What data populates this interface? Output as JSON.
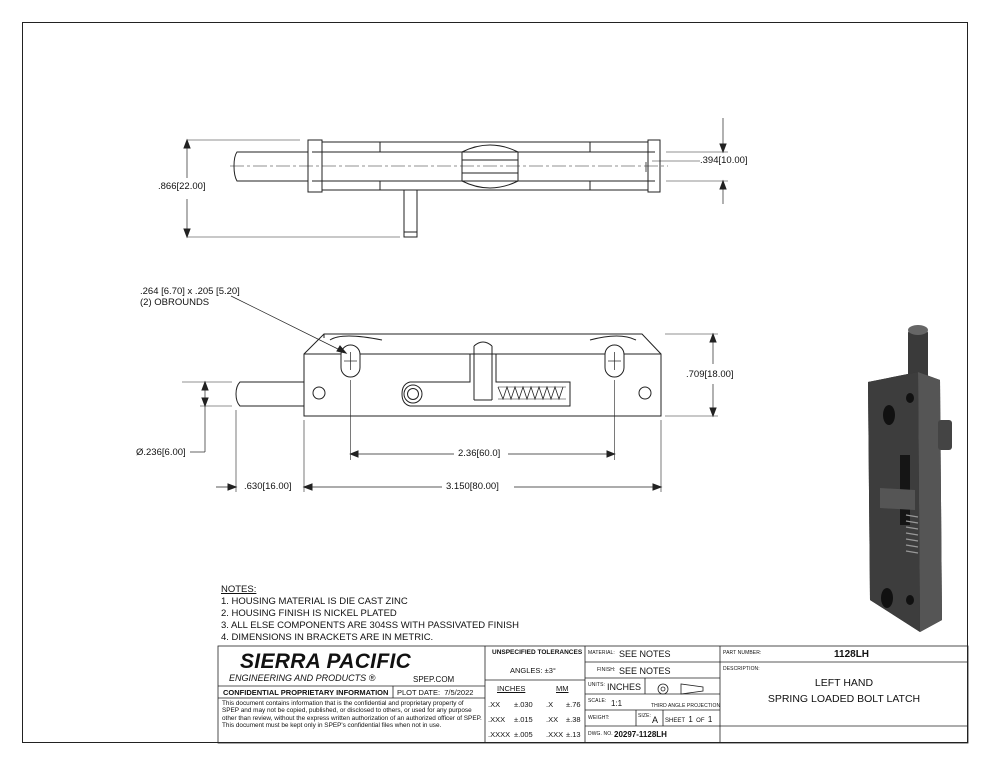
{
  "views": {
    "top": {
      "dim_height": ".866",
      "dim_height_mm": "22.00",
      "dim_thickness": ".394",
      "dim_thickness_mm": "10.00"
    },
    "front": {
      "obround_callout_line1": ".264 [6.70] x .205 [5.20]",
      "obround_callout_line2": "(2) OBROUNDS",
      "dim_height": ".709",
      "dim_height_mm": "18.00",
      "dim_hole_spacing": "2.36",
      "dim_hole_spacing_mm": "60.0",
      "dim_bolt_dia": "Ø.236",
      "dim_bolt_dia_mm": "6.00",
      "dim_bolt_ext": ".630",
      "dim_bolt_ext_mm": "16.00",
      "dim_length": "3.150",
      "dim_length_mm": "80.00"
    }
  },
  "notes": {
    "heading": "NOTES:",
    "items": [
      "1. HOUSING MATERIAL IS DIE CAST ZINC",
      "2. HOUSING FINISH IS NICKEL PLATED",
      "3. ALL ELSE COMPONENTS ARE 304SS WITH PASSIVATED FINISH",
      "4. DIMENSIONS IN BRACKETS ARE IN METRIC."
    ]
  },
  "title_block": {
    "company": "SIERRA PACIFIC",
    "company_sub": "ENGINEERING AND PRODUCTS",
    "website": "SPEP.COM",
    "confidential_heading": "CONFIDENTIAL PROPRIETARY INFORMATION",
    "plot_date_label": "PLOT DATE:",
    "plot_date": "7/5/2022",
    "confidential_text": "This document contains information that is the confidential and proprietary property of SPEP and may not be copied, published, or disclosed to others, or used for any purpose other than review, without the express written authorization of an authorized officer of SPEP. This document must be kept only in SPEP's confidential files when not in use.",
    "tolerances_heading": "UNSPECIFIED TOLERANCES",
    "angles": "ANGLES: ±3°",
    "inches_label": "INCHES",
    "mm_label": "MM",
    "tol_rows": [
      {
        "in_fmt": ".XX",
        "in_tol": "±.030",
        "mm_fmt": ".X",
        "mm_tol": "±.76"
      },
      {
        "in_fmt": ".XXX",
        "in_tol": "±.015",
        "mm_fmt": ".XX",
        "mm_tol": "±.38"
      },
      {
        "in_fmt": ".XXXX",
        "in_tol": "±.005",
        "mm_fmt": ".XXX",
        "mm_tol": "±.13"
      }
    ],
    "material_label": "MATERIAL:",
    "material": "SEE NOTES",
    "finish_label": "FINISH:",
    "finish": "SEE NOTES",
    "units_label": "UNITS:",
    "units": "INCHES",
    "scale_label": "SCALE:",
    "scale": "1:1",
    "projection": "THIRD ANGLE PROJECTION",
    "weight_label": "WEIGHT:",
    "size_label": "SIZE:",
    "size": "A",
    "sheet_label": "SHEET",
    "sheet": "1",
    "of_label": "OF",
    "sheet_total": "1",
    "dwg_no_label": "DWG. NO.",
    "dwg_no": "20297-1128LH",
    "part_number_label": "PART NUMBER:",
    "part_number": "1128LH",
    "description_label": "DESCRIPTION:",
    "description_line1": "LEFT HAND",
    "description_line2": "SPRING LOADED BOLT LATCH"
  }
}
